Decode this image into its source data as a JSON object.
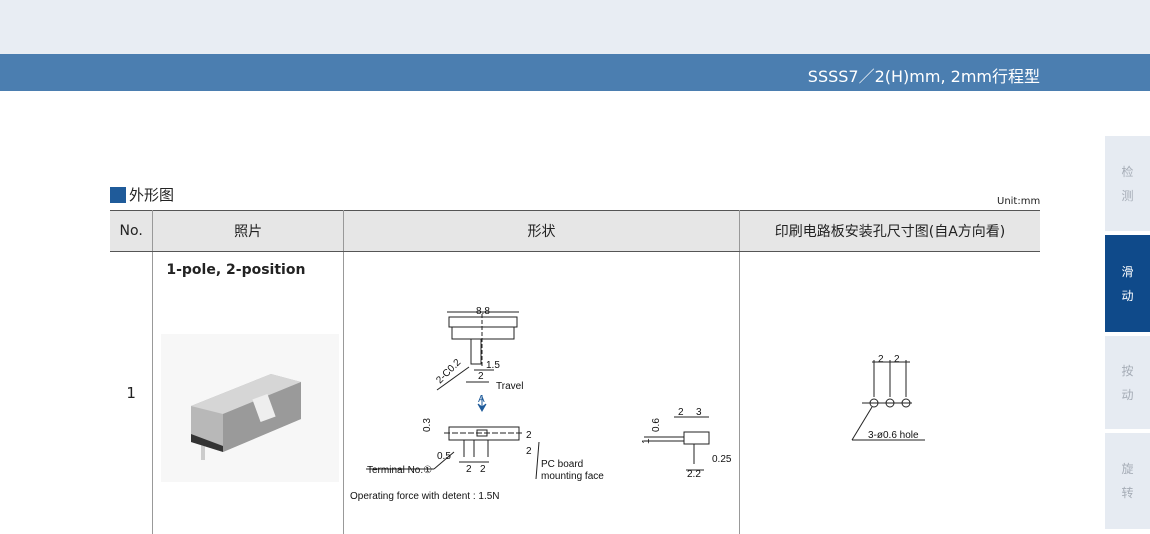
{
  "header": {
    "title": "SSSS7／2(H)mm, 2mm行程型"
  },
  "section": {
    "title": "外形图",
    "unit": "Unit:mm"
  },
  "table": {
    "headers": [
      "No.",
      "照片",
      "形状",
      "印刷电路板安装孔尺寸图(自A方向看)"
    ],
    "rows": [
      {
        "no": "1",
        "photo_title": "1-pole, 2-position",
        "drawing": {
          "dim_width": "8.8",
          "chamfer": "2-C0.2",
          "dim_1_5": "1.5",
          "dim_travel": "2",
          "travel": "Travel",
          "arrow_label": "A",
          "dim_0_3": "0.3",
          "dim_2a": "2",
          "dim_2b": "2",
          "dim_0_5": "0.5",
          "terminal": "Terminal  No.①",
          "pitch1": "2",
          "pitch2": "2",
          "pc_board": "PC board",
          "mounting_face": "mounting face",
          "operating_force": "Operating force with detent : 1.5N",
          "side_dim_2": "2",
          "side_dim_3": "3",
          "side_dim_0_6": "0.6",
          "side_dim_1": "1",
          "side_dim_0_25": "0.25",
          "side_dim_2_2": "2.2"
        },
        "holes": {
          "pitch1": "2",
          "pitch2": "2",
          "label": "3-ø0.6 hole"
        }
      }
    ]
  },
  "side_tabs": [
    {
      "label": "检\n测",
      "c1": "检",
      "c2": "测"
    },
    {
      "c1": "滑",
      "c2": "动",
      "active": true
    },
    {
      "c1": "按",
      "c2": "动"
    },
    {
      "c1": "旋",
      "c2": "转"
    }
  ],
  "colors": {
    "bar": "#4b7eb0",
    "accent": "#0f4a8a"
  }
}
